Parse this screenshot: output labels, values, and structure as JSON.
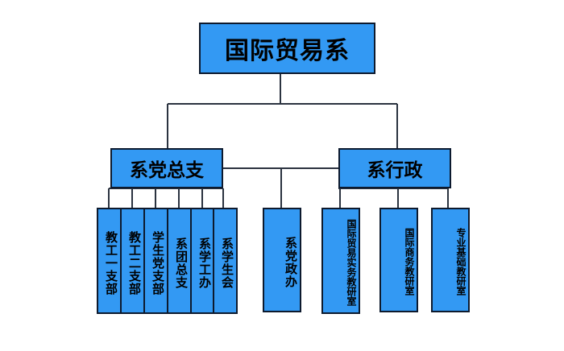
{
  "diagram": {
    "root": "国际贸易系",
    "branches": [
      {
        "label": "系党总支",
        "children": [
          "教工一支部",
          "教工二支部",
          "学生党支部",
          "系团总支",
          "系学工办",
          "系学生会"
        ]
      },
      {
        "label": "系行政",
        "children": [
          "国际贸易实务教研室",
          "国际商务教研室",
          "专业基础教研室"
        ]
      }
    ],
    "middle_child": "系党政办"
  },
  "colors": {
    "box_fill": "#3399f3",
    "box_border": "#0d1a2e",
    "line": "#2b3340"
  }
}
